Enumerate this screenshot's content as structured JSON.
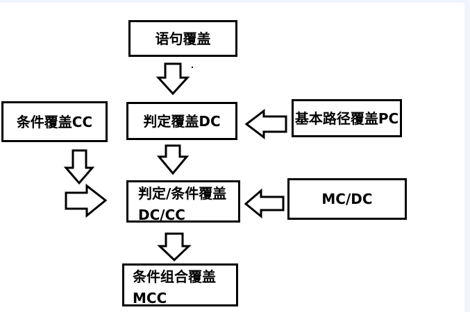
{
  "boxes": {
    "statement": "语句覆盖",
    "decision": "判定覆盖DC",
    "condition": "条件覆盖CC",
    "basic_path": "基本路径覆盖PC",
    "decision_condition_line1": "判定/条件覆盖",
    "decision_condition_line2": "DC/CC",
    "mcdc": "MC/DC",
    "mcc_line1": "条件组合覆盖",
    "mcc_line2": "MCC"
  }
}
